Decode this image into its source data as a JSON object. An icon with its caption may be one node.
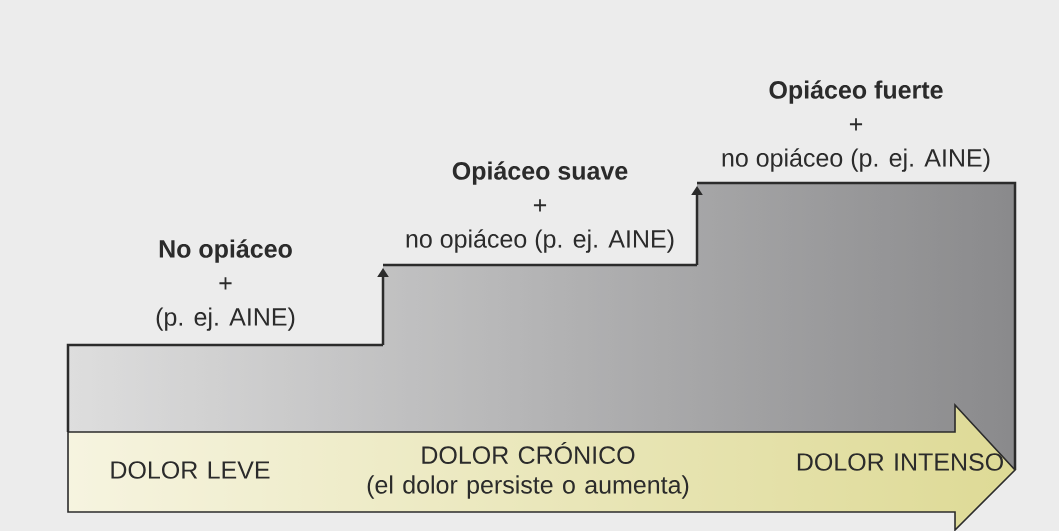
{
  "diagram": {
    "nodes": [
      {
        "text": [
          "No opiáceo",
          "+",
          "(p. ej. AINE)"
        ]
      },
      {
        "text": [
          "Opiáceo suave",
          "+",
          "no opiáceo (p. ej. AINE)"
        ]
      },
      {
        "text": [
          "Opiáceo fuerte",
          "+",
          "no opiáceo (p. ej. AINE)"
        ]
      },
      {
        "text": [
          "DOLOR LEVE",
          "DOLOR CRÓNICO",
          "(el dolor persiste o aumenta)",
          "DOLOR INTENSO"
        ]
      }
    ]
  }
}
